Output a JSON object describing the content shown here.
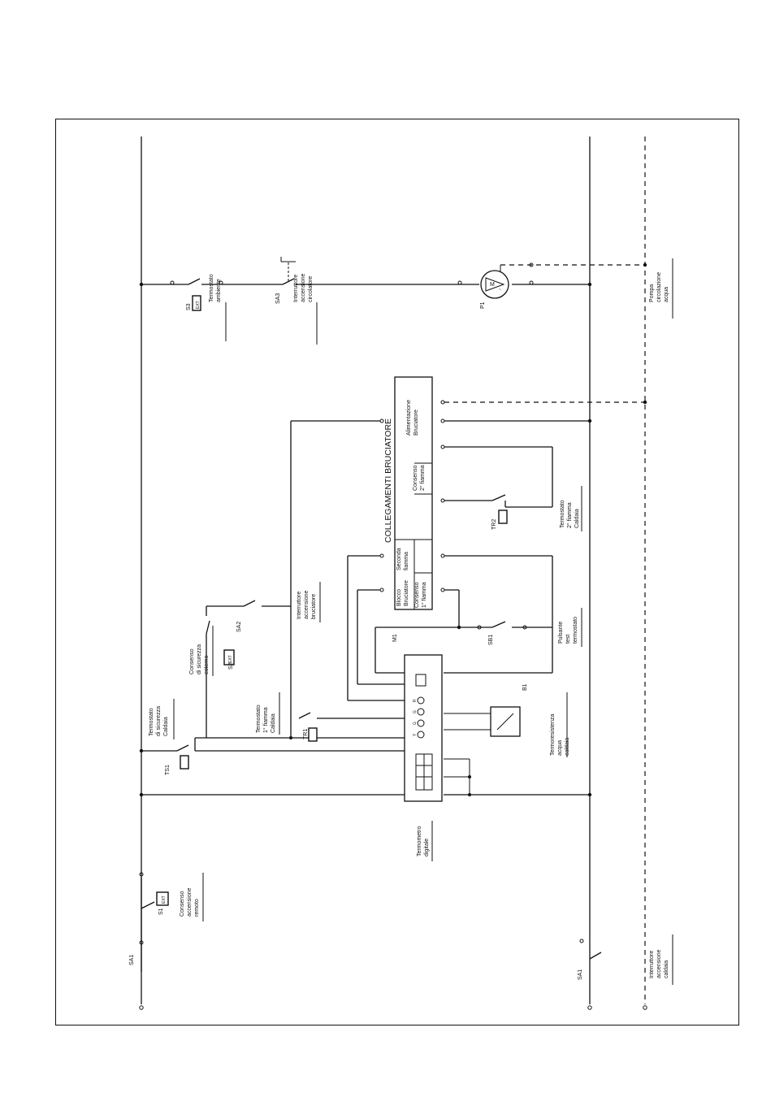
{
  "title": "COLLEGAMENTI BRUCIATORE",
  "labels": {
    "termostato_ambiente": [
      "Termostato",
      "ambiente"
    ],
    "interruttore_circolatore": [
      "Interruttore",
      "accensione",
      "circolatore"
    ],
    "pompa_circolazione": [
      "Pompa",
      "circolazione",
      "acqua"
    ],
    "alimentazione_bruciatore": [
      "Alimentazione",
      "Bruciatore"
    ],
    "consenso_2_fiamma": [
      "Consenso",
      "2° fiamma"
    ],
    "termostato_2_fiamma": [
      "Termostato",
      "2° fiamma",
      "Caldaia"
    ],
    "seconda_fiamma": [
      "Seconda",
      "fiamma"
    ],
    "consenso_1_fiamma": [
      "Consenso",
      "1° fiamma"
    ],
    "blocco_bruciatore": [
      "Blocco",
      "Bruciatore"
    ],
    "pulsante_test": [
      "Pulsante",
      "test",
      "termostato"
    ],
    "interruttore_bruciatore": [
      "Interruttore",
      "accensione",
      "bruciatore"
    ],
    "consenso_sicurezza": [
      "Consenso",
      "di sicurezza",
      "esterno"
    ],
    "termostato_sicurezza": [
      "Termostato",
      "di sicurezza",
      "Caldaia"
    ],
    "termostato_1_fiamma": [
      "Termostato",
      "1° fiamma",
      "Caldaia"
    ],
    "termoresistenza": [
      "Termoresistenza",
      "acqua",
      "caldaia"
    ],
    "termometro_digitale": [
      "Termometro",
      "digitale"
    ],
    "consenso_remoto": [
      "Consenso",
      "accensione",
      "remoto"
    ],
    "interruttore_caldaia": [
      "Interruttore",
      "accensione",
      "caldaia"
    ]
  },
  "refs": {
    "s3": "S3",
    "sa3": "SA3",
    "p1": "P1",
    "tr2": "TR2",
    "sb1": "SB1",
    "m1": "M1",
    "b1": "B1",
    "sa2": "SA2",
    "s2": "S2",
    "tr1": "TR1",
    "ts1": "TS1",
    "s1": "S1",
    "sa1_top": "SA1",
    "sa1_bottom": "SA1",
    "tag": "EXT"
  },
  "display": {
    "leds": [
      "Y",
      "G",
      "G",
      "R"
    ]
  },
  "icons": [
    "motor-pump-icon",
    "thermostat-icon",
    "thermistor-icon",
    "digital-display-icon",
    "terminal-icon"
  ]
}
